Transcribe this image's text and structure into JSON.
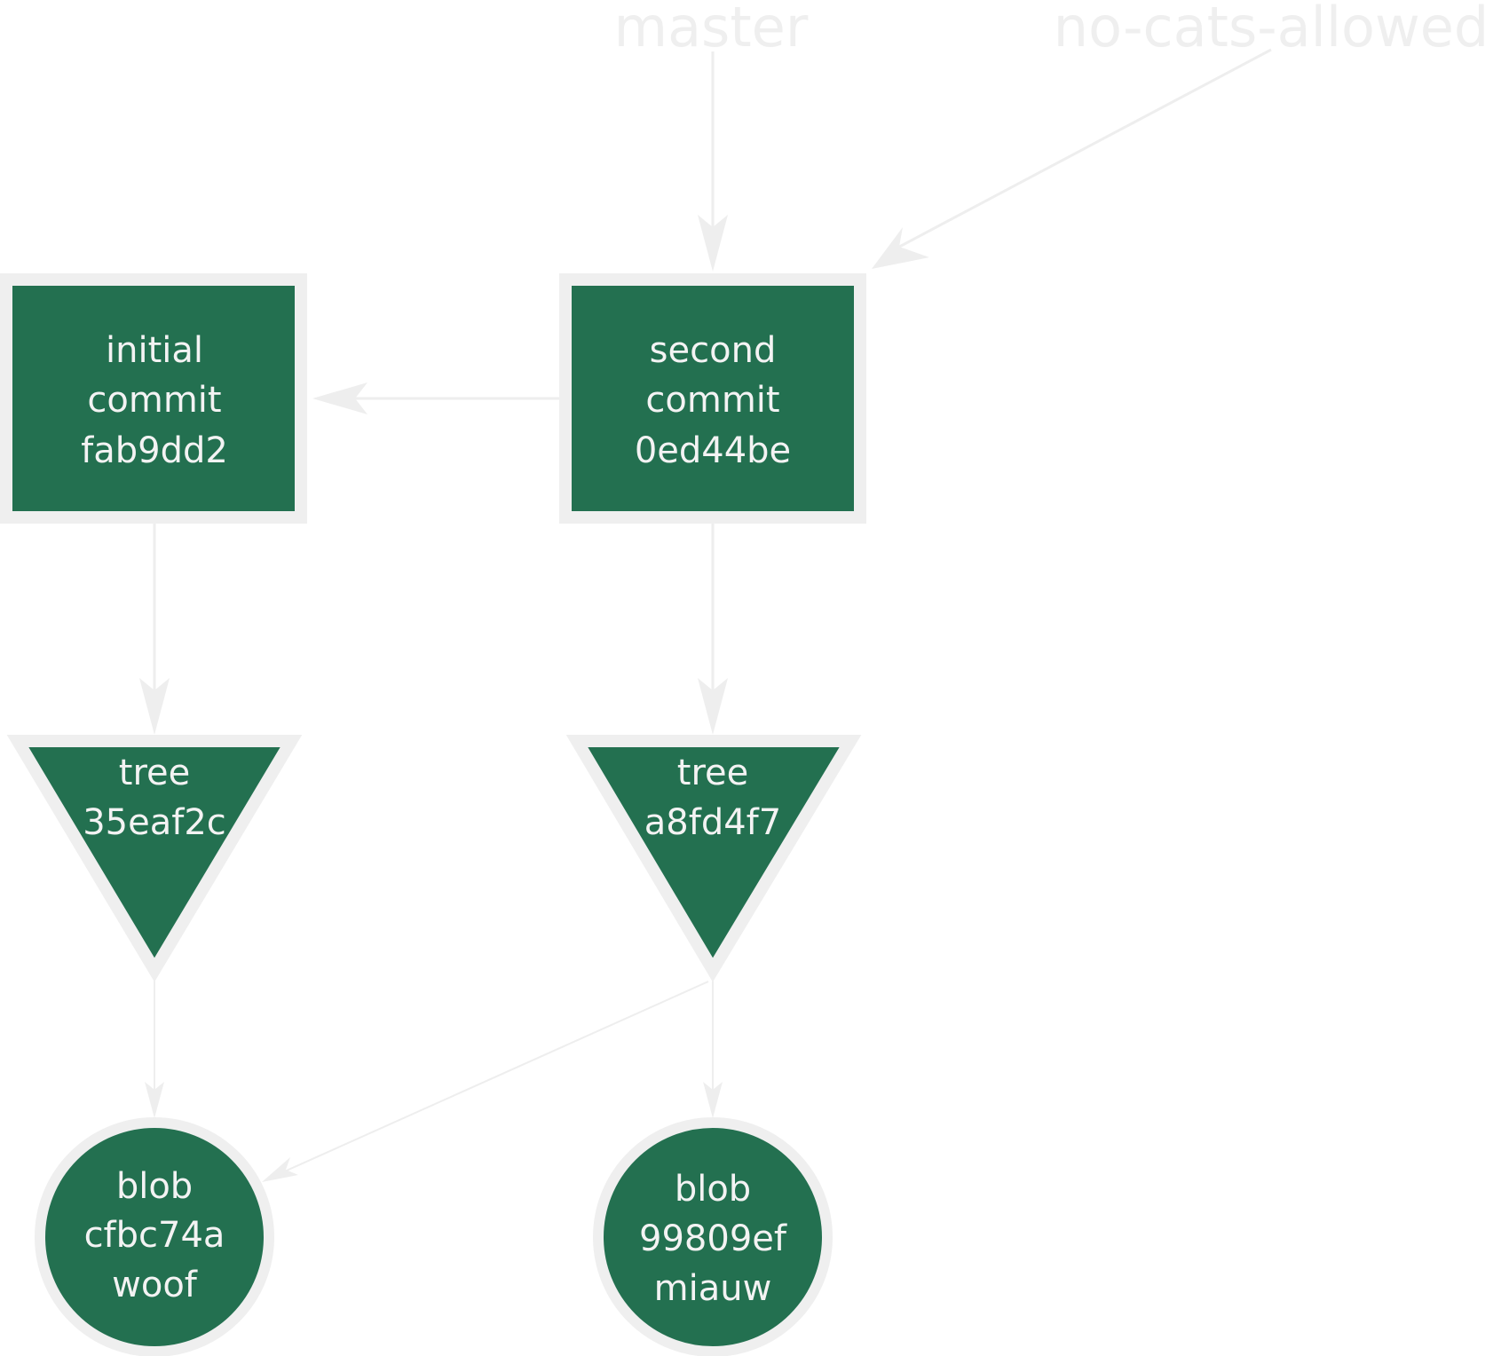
{
  "colors": {
    "node_fill": "#237050",
    "node_stroke": "#efefef",
    "text": "#f3f3f3",
    "edge": "#eeeeee",
    "ref_label": "#efefef",
    "background": "#ffffff"
  },
  "refs": {
    "master": "master",
    "no_cats_allowed": "no-cats-allowed"
  },
  "commits": {
    "initial": {
      "line1": "initial",
      "line2": "commit",
      "hash": "fab9dd2"
    },
    "second": {
      "line1": "second",
      "line2": "commit",
      "hash": "0ed44be"
    }
  },
  "trees": {
    "initial": {
      "label": "tree",
      "hash": "35eaf2c"
    },
    "second": {
      "label": "tree",
      "hash": "a8fd4f7"
    }
  },
  "blobs": {
    "woof": {
      "label": "blob",
      "hash": "cfbc74a",
      "content": "woof"
    },
    "miauw": {
      "label": "blob",
      "hash": "99809ef",
      "content": "miauw"
    }
  }
}
